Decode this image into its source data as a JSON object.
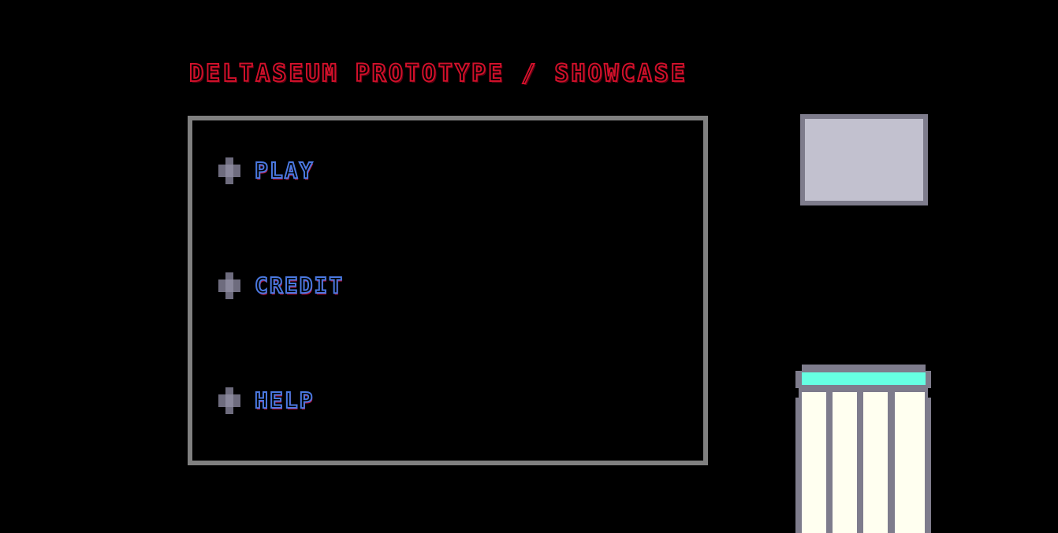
{
  "title": "DELTASEUM PROTOTYPE / SHOWCASE",
  "menu": {
    "items": [
      {
        "label": "PLAY"
      },
      {
        "label": "CREDIT"
      },
      {
        "label": "HELP"
      }
    ]
  },
  "colors": {
    "title": "#d0102a",
    "menu_text": "#4a78e0",
    "menu_border": "#808080",
    "preview_fill": "#c2c1cf",
    "pillar_glow": "#66ffe2",
    "pillar_body": "#fffff0"
  },
  "icons": {
    "bullet": "plus-cross-icon"
  }
}
